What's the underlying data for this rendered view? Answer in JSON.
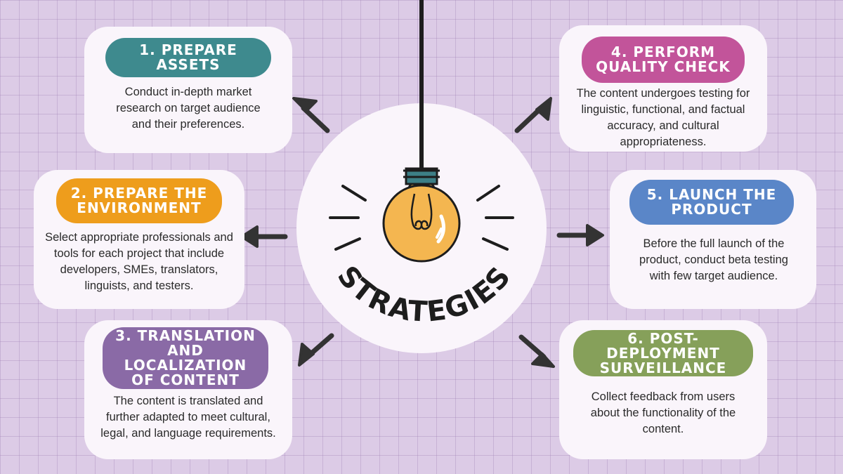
{
  "center": {
    "title": "STRATEGIES"
  },
  "steps": [
    {
      "heading_lines": [
        "1. PREPARE ASSETS"
      ],
      "text": "Conduct in-depth market research on target audience and their preferences.",
      "color": "#3e8a8e"
    },
    {
      "heading_lines": [
        "2. PREPARE THE",
        "ENVIRONMENT"
      ],
      "text": "Select appropriate professionals and tools for each project that include developers, SMEs, translators, linguists, and testers.",
      "color": "#ee9d1c"
    },
    {
      "heading_lines": [
        "3. TRANSLATION",
        "AND LOCALIZATION",
        "OF CONTENT"
      ],
      "text": "The content is translated and further adapted to meet cultural, legal, and language requirements.",
      "color": "#8a6aa6"
    },
    {
      "heading_lines": [
        "4. PERFORM",
        "QUALITY CHECK"
      ],
      "text": "The content undergoes testing for linguistic, functional, and factual accuracy, and cultural appropriateness.",
      "color": "#c2549a"
    },
    {
      "heading_lines": [
        "5. LAUNCH THE",
        "PRODUCT"
      ],
      "text": "Before the full launch of the product, conduct beta testing with few target audience.",
      "color": "#5a86c8"
    },
    {
      "heading_lines": [
        "6. POST-DEPLOYMENT",
        "SURVEILLANCE"
      ],
      "text": "Collect feedback from users about the functionality of the content.",
      "color": "#86a05a"
    }
  ],
  "icons": {
    "bulb": "lightbulb-icon",
    "arrow": "arrow-icon"
  }
}
